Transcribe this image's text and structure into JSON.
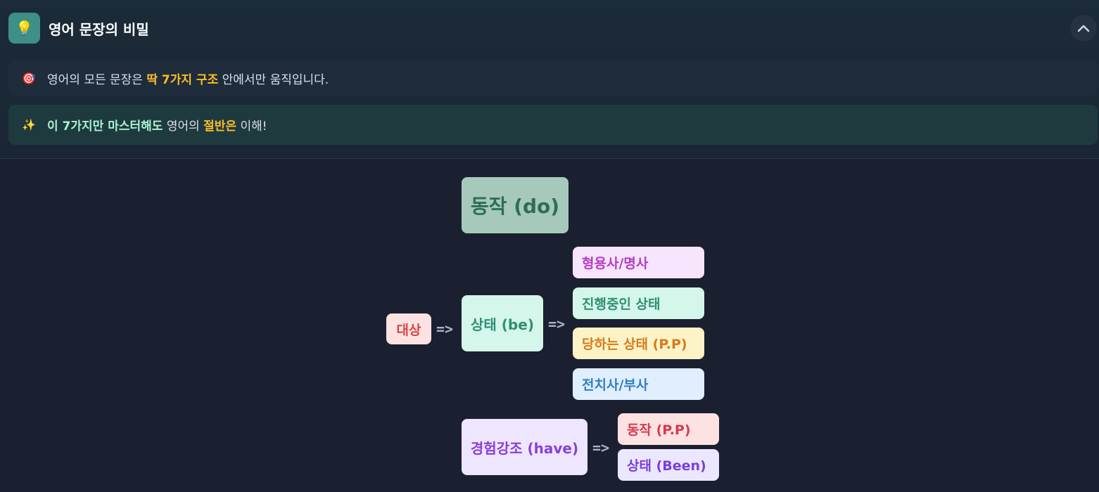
{
  "header": {
    "app_icon": "lightbulb-icon",
    "title": "영어 문장의 비밀",
    "collapse_icon": "chevron-up-icon"
  },
  "intro": {
    "row1": {
      "icon": "target-icon",
      "pre": "영어의 모든 문장은 ",
      "highlight": "딱 7가지 구조",
      "post": " 안에서만 움직입니다."
    },
    "row2": {
      "icon": "sparkles-icon",
      "bold": "이 7가지만 마스터해도",
      "mid": " 영어의 ",
      "highlight": "절반은",
      "post": " 이해!"
    }
  },
  "diagram": {
    "do_box": "동작 (do)",
    "subject": "대상",
    "arrow": "=>",
    "be_box": "상태 (be)",
    "be_options": [
      "형용사/명사",
      "진행중인 상태",
      "당하는 상태 (P.P)",
      "전치사/부사"
    ],
    "have_box": "경험강조 (have)",
    "have_options": [
      "동작 (P.P)",
      "상태 (Been)"
    ]
  },
  "colors": {
    "accent_teal": "#3e8f85",
    "highlight_amber": "#fbbf24",
    "highlight_mint": "#a7f3d0"
  }
}
